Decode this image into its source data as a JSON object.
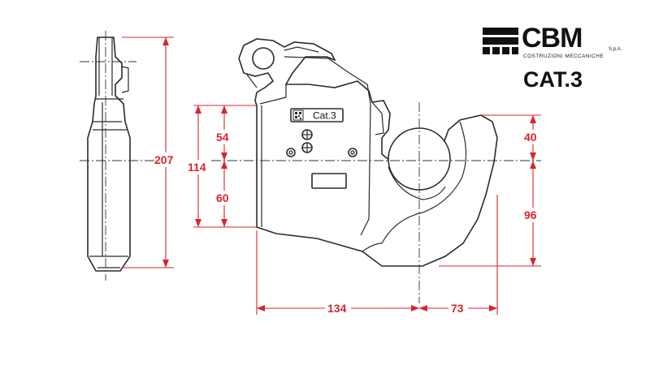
{
  "logo": {
    "brand": "CBM",
    "suffix": "S.p.A.",
    "tagline": "COSTRUZIONI MECCANICHE"
  },
  "category": "CAT.3",
  "plate_label": "Cat.3",
  "dimensions": {
    "overall_height": "207",
    "body_height": "114",
    "upper_offset": "54",
    "lower_offset": "60",
    "hook_upper": "40",
    "hook_lower": "96",
    "body_length": "134",
    "hook_length": "73"
  },
  "colors": {
    "dimension": "#d7262e",
    "outline": "#2b2b2b"
  }
}
